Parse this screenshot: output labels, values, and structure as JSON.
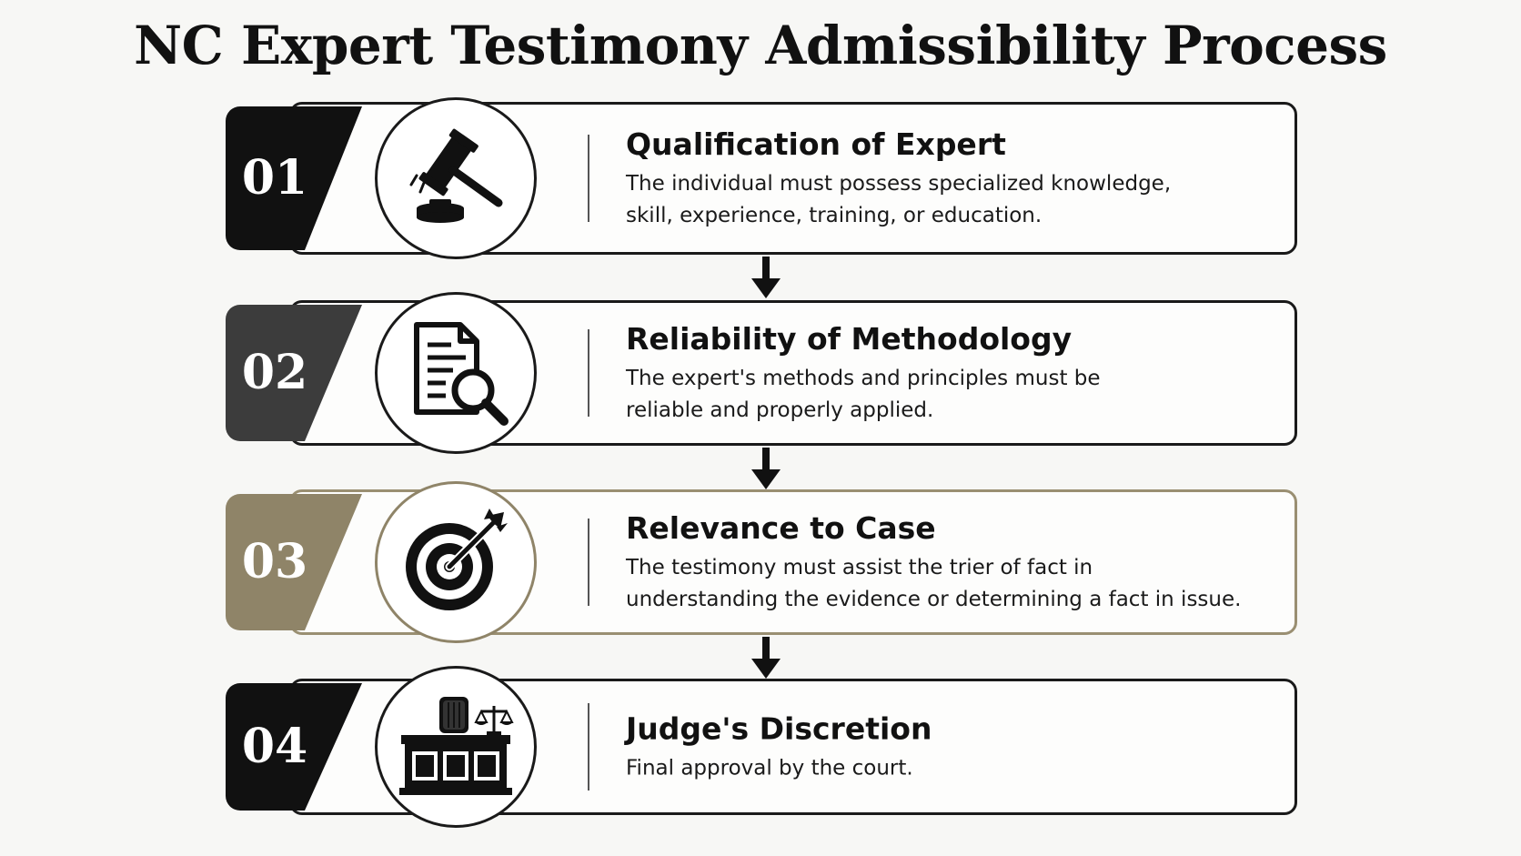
{
  "title": "NC Expert Testimony Admissibility Process",
  "colors": {
    "dark": "#111111",
    "gray": "#3c3c3c",
    "gold": "#8f8468",
    "card_bg": "#fdfdfc"
  },
  "steps": [
    {
      "number": "01",
      "icon": "gavel-icon",
      "heading": "Qualification of Expert",
      "description_lines": [
        "The individual must possess specialized knowledge,",
        "skill, experience, training, or education."
      ]
    },
    {
      "number": "02",
      "icon": "document-magnifier-icon",
      "heading": "Reliability of Methodology",
      "description_lines": [
        "The expert's methods and principles must be",
        "reliable and properly applied."
      ]
    },
    {
      "number": "03",
      "icon": "target-arrow-icon",
      "heading": "Relevance to Case",
      "description_lines": [
        "The testimony must assist the trier of fact in",
        "understanding the evidence or determining a fact in issue."
      ]
    },
    {
      "number": "04",
      "icon": "judge-bench-icon",
      "heading": "Judge's Discretion",
      "description_lines": [
        "Final approval by the court."
      ]
    }
  ]
}
